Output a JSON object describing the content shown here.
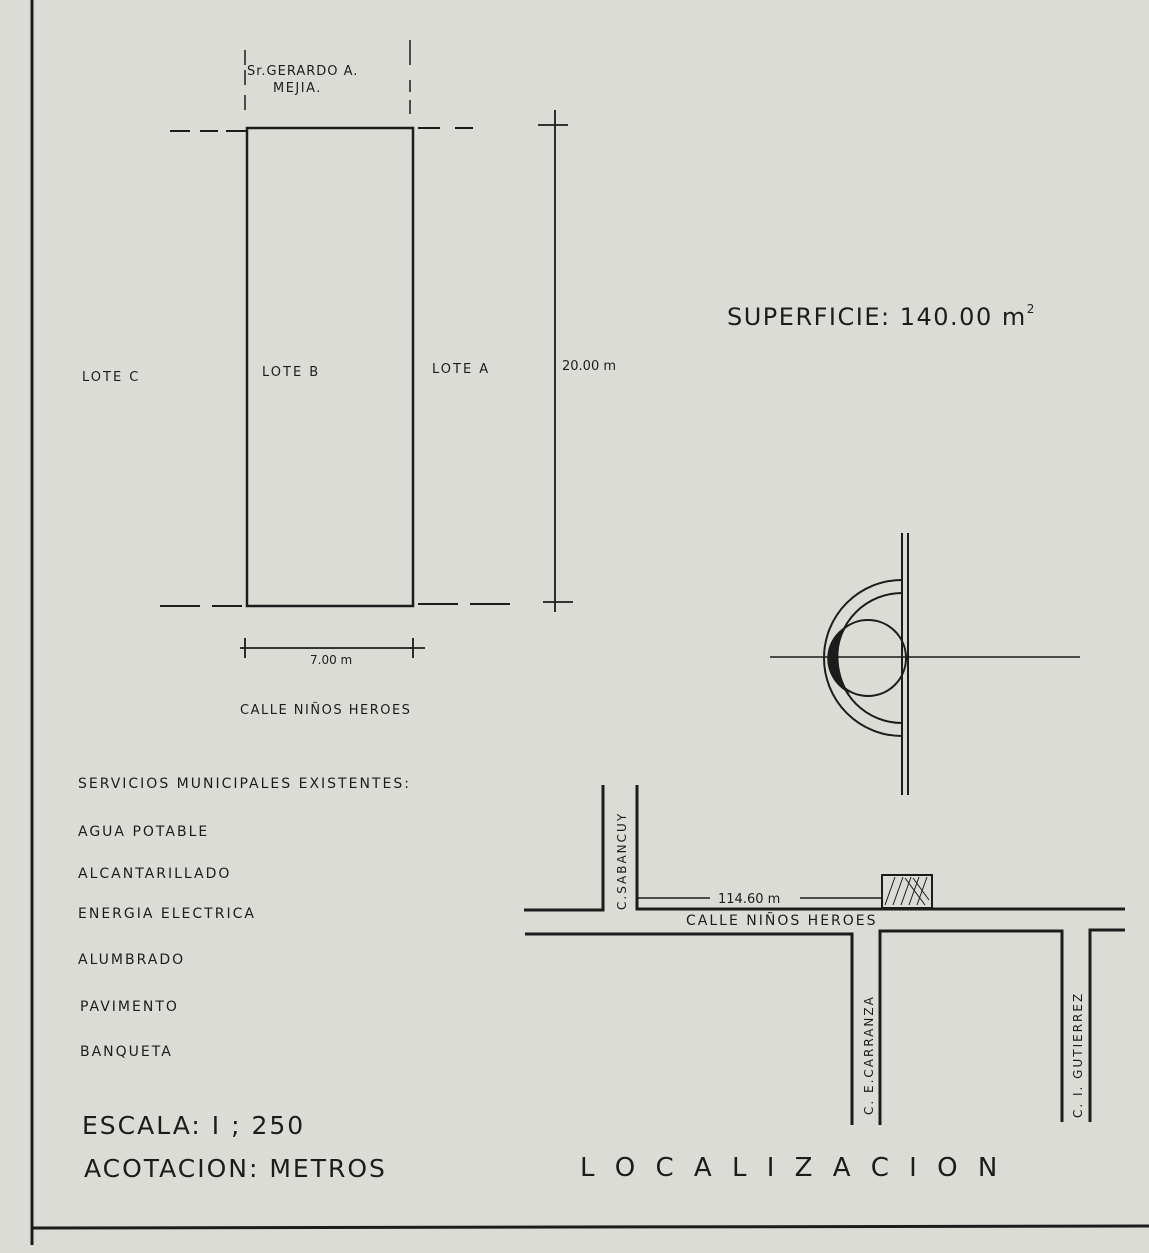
{
  "owner": {
    "line1": "Sr.GERARDO  A.",
    "line2": "MEJIA."
  },
  "lots": {
    "left": "LOTE  C",
    "center": "LOTE   B",
    "right": "LOTE   A"
  },
  "dimensions": {
    "height": "20.00 m",
    "width": "7.00 m",
    "distance": "114.60 m"
  },
  "front_street": "CALLE  NIÑOS  HEROES",
  "area": {
    "label": "SUPERFICIE:",
    "value": "140.00",
    "unit": "m",
    "unit_exp": "2"
  },
  "services": {
    "title": "SERVICIOS  MUNICIPALES  EXISTENTES:",
    "items": [
      "AGUA  POTABLE",
      "ALCANTARILLADO",
      "ENERGIA  ELECTRICA",
      "ALUMBRADO",
      "PAVIMENTO",
      "BANQUETA"
    ]
  },
  "scale": "ESCALA: I  ; 250",
  "units": "ACOTACION: METROS",
  "location_map": {
    "title": "L O C A L I Z A C I O N",
    "streets": {
      "main": "CALLE    NIÑOS    HEROES",
      "sabancuy": "C.SABANCUY",
      "carranza": "C. E.CARRANZA",
      "gutierrez": "C. I. GUTIERREZ"
    }
  }
}
